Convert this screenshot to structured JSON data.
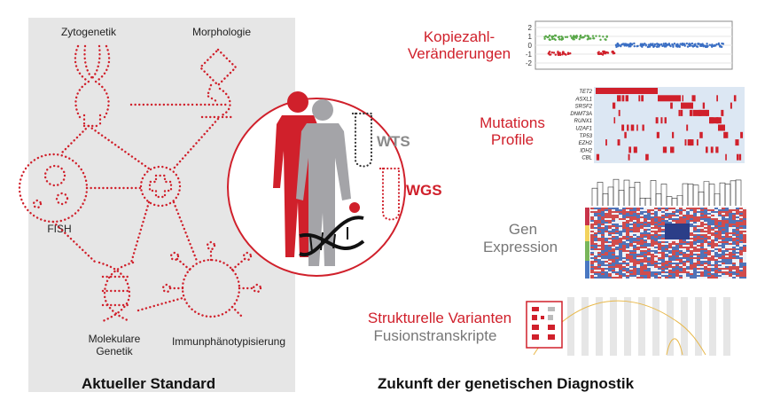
{
  "left": {
    "zytogenetik": "Zytogenetik",
    "morphologie": "Morphologie",
    "fish": "FISH",
    "molekulare": "Molekulare",
    "genetik": "Genetik",
    "immun": "Immunphänotypisierung",
    "title": "Aktueller Standard"
  },
  "center": {
    "wts": "WTS",
    "wgs": "WGS"
  },
  "right": {
    "kopiezahl_1": "Kopiezahl-",
    "kopiezahl_2": "Veränderungen",
    "mutations_1": "Mutations",
    "mutations_2": "Profile",
    "gen_1": "Gen",
    "gen_2": "Expression",
    "struct_1": "Strukturelle Varianten",
    "struct_2": "Fusionstranskripte",
    "title": "Zukunft der genetischen Diagnostik"
  },
  "cnv_ticks": [
    "2",
    "1",
    "0",
    "-1",
    "-2"
  ],
  "genes": [
    "TET2",
    "ASXL1",
    "SRSF2",
    "DNMT3A",
    "RUNX1",
    "U2AF1",
    "TP53",
    "EZH2",
    "IDH2",
    "CBL"
  ],
  "colors": {
    "red": "#d0202b",
    "grey": "#9a9a9a",
    "green": "#5aa84a",
    "blue": "#3b6fc4",
    "gold": "#e8b84a"
  }
}
